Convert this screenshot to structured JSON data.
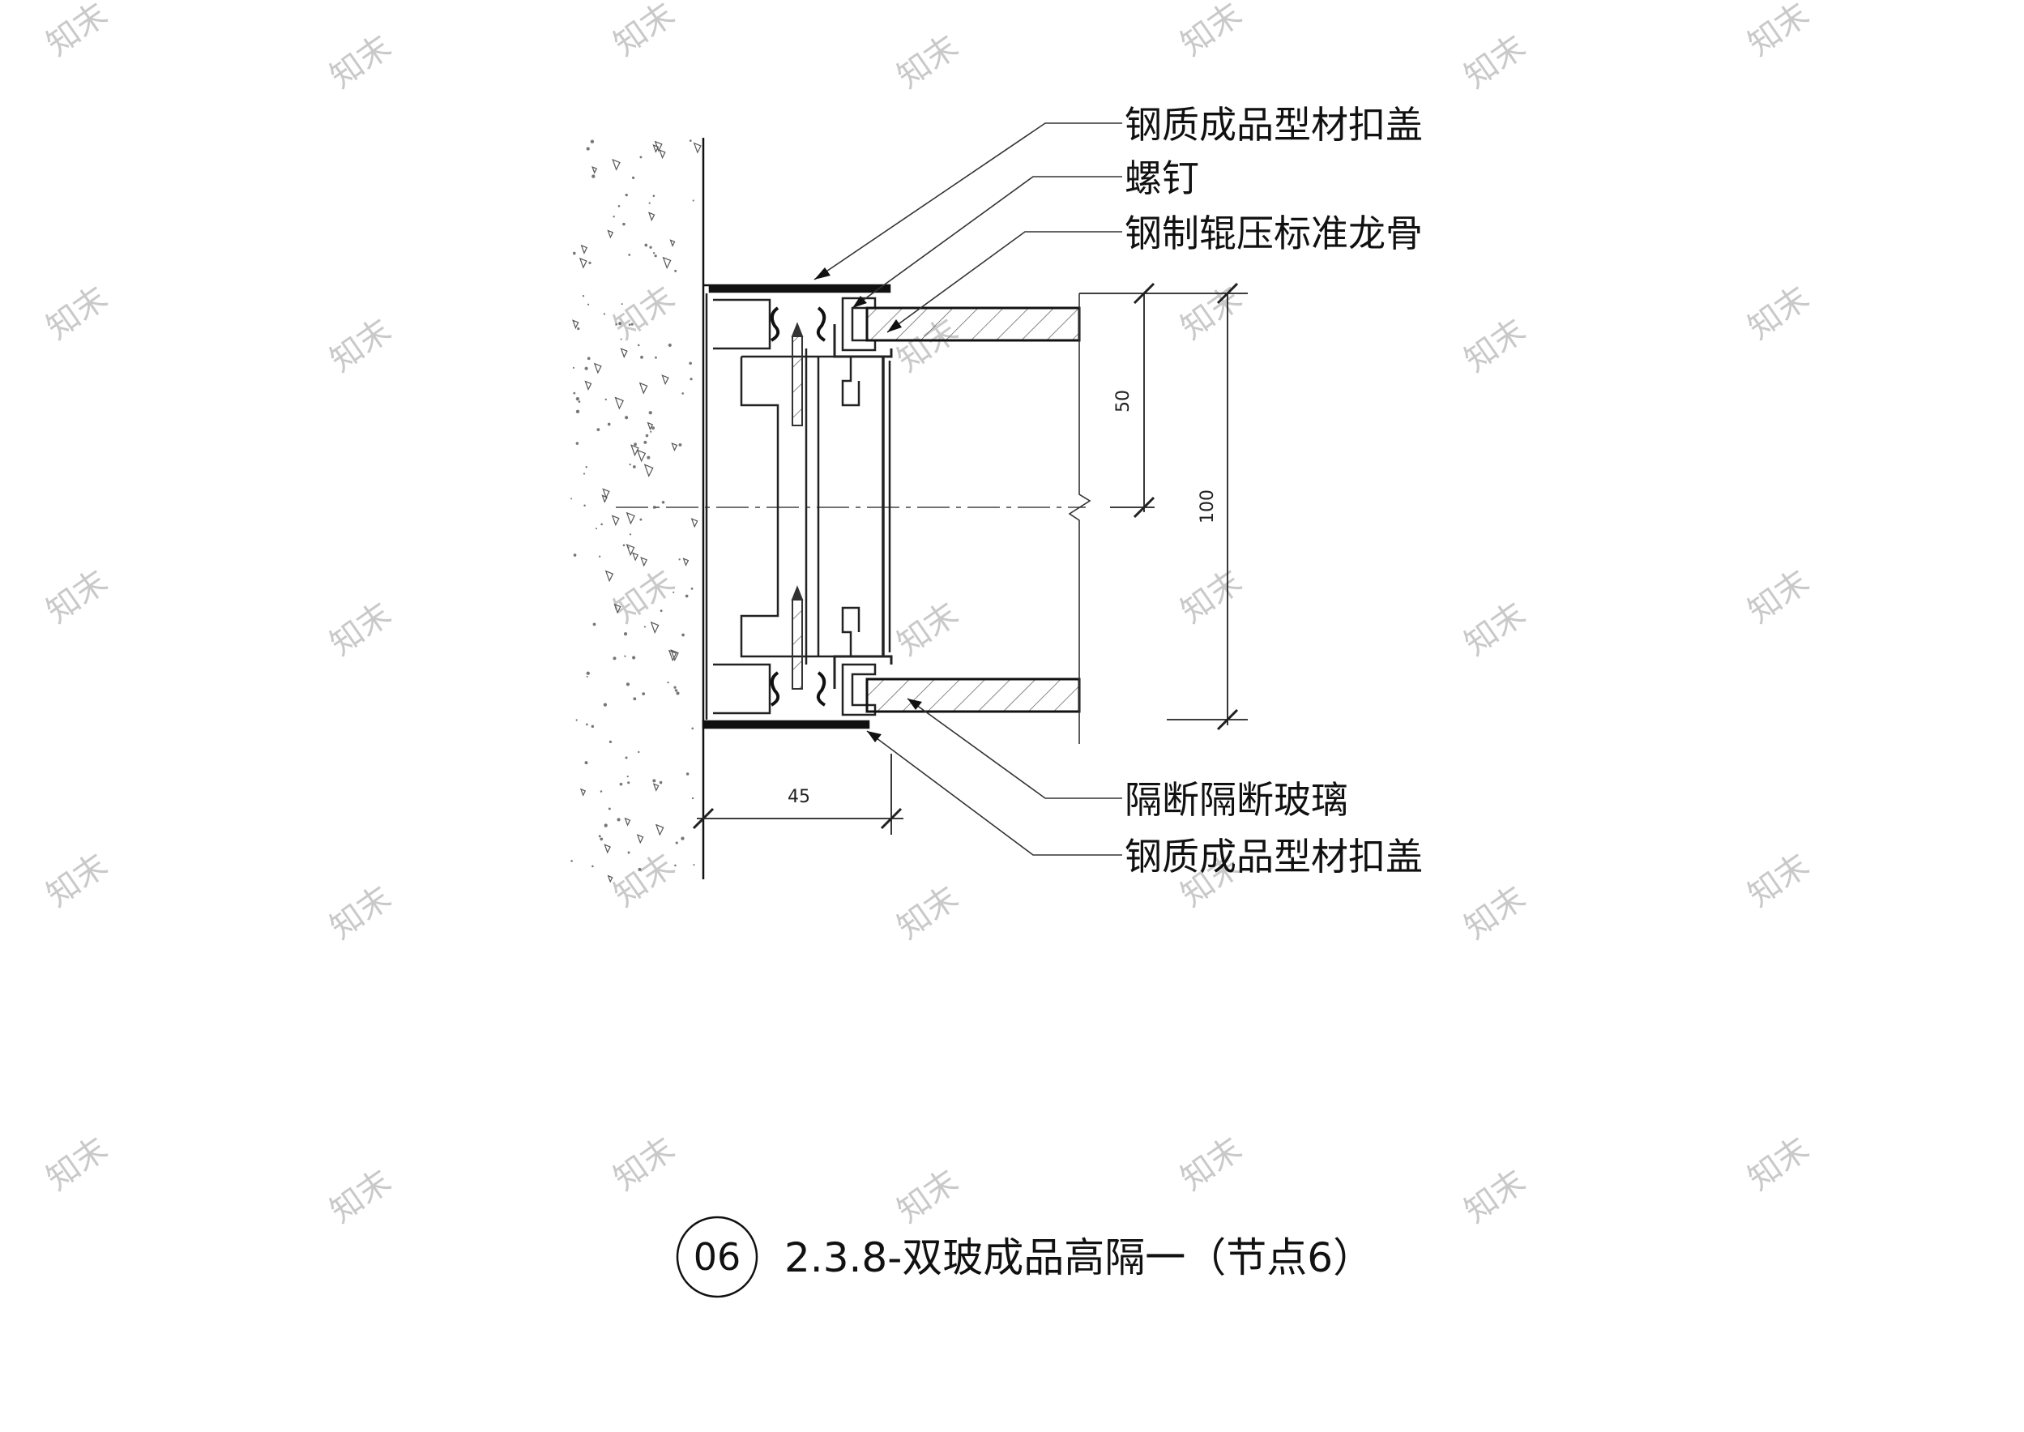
{
  "callouts": [
    "钢质成品型材扣盖",
    "螺钉",
    "钢制辊压标准龙骨",
    "隔断隔断玻璃",
    "钢质成品型材扣盖"
  ],
  "dimensions": {
    "glass_half": "50",
    "overall": "100",
    "depth": "45"
  },
  "title_block": {
    "number": "06",
    "title": "2.3.8-双玻成品高隔一（节点6）"
  },
  "watermark": "知末"
}
